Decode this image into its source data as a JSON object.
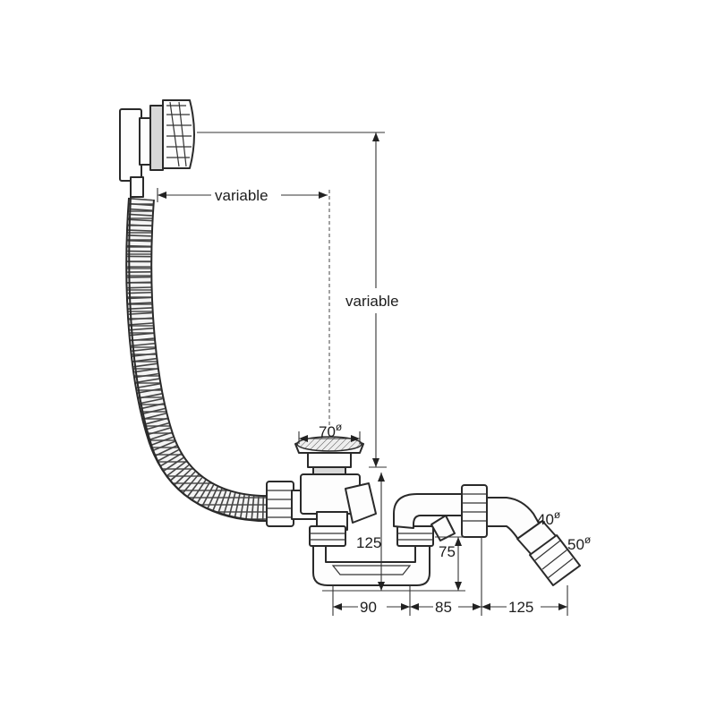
{
  "dimensions": {
    "horizontal_variable": "variable",
    "vertical_variable": "variable",
    "outlet_diameter": "70",
    "height_125": "125",
    "height_75": "75",
    "width_90": "90",
    "width_85": "85",
    "width_125": "125",
    "pipe_40": "40",
    "pipe_50": "50",
    "diameter_symbol": "ø"
  }
}
